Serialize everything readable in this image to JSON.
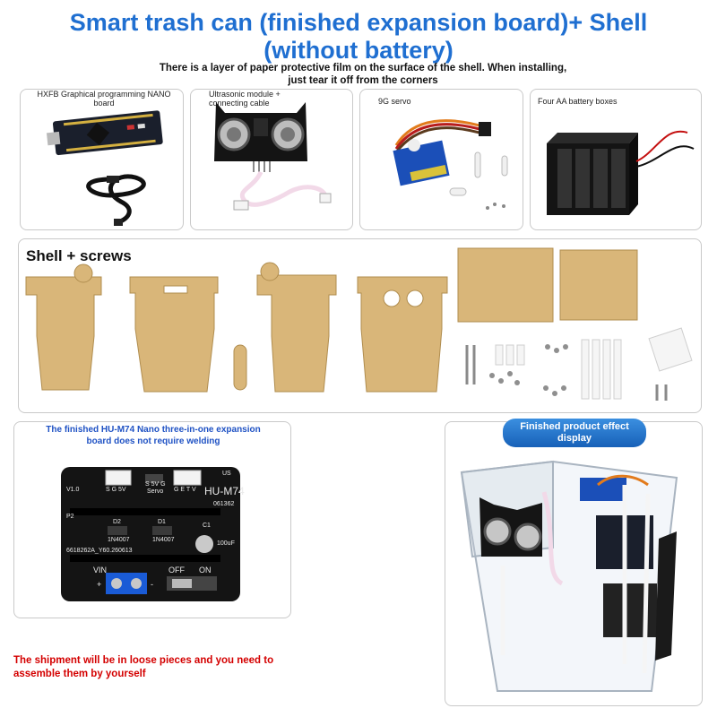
{
  "header": {
    "title_line1": "Smart trash can (finished expansion board)+ Shell",
    "title_line2": "(without battery)",
    "note": "There is a layer of paper protective film on the surface of the shell. When installing, just tear it off from the corners"
  },
  "components": {
    "nano": "HXFB Graphical programming NANO board",
    "ultrasonic": "Ultrasonic module + connecting cable",
    "servo": "9G servo",
    "battery_box": "Four AA battery boxes"
  },
  "shell": {
    "label": "Shell + screws"
  },
  "expansion": {
    "caption": "The finished HU-M74 Nano three-in-one expansion board does not require welding",
    "board_name": "HU-M74",
    "version": "V1.0",
    "serial": "061362",
    "silk_code": "6618262A_Y60.260613",
    "d2": "D2",
    "d1": "D1",
    "d2_part": "1N4007",
    "d1_part": "1N4007",
    "c1": "C1",
    "cap_value": "100uF",
    "vin": "VIN",
    "plus": "+",
    "minus": "-",
    "off": "OFF",
    "on": "ON",
    "p2": "P2",
    "us": "US",
    "header_left": "S G 5V",
    "header_mid": "S 5V G",
    "servo_label": "Servo",
    "header_right": "G E T V"
  },
  "product": {
    "badge": "Finished product effect display"
  },
  "footer": {
    "shipment": "The shipment will be in loose pieces and you need to assemble them by yourself"
  },
  "colors": {
    "title_blue": "#1f6fd1",
    "acrylic": "#d9b679",
    "red_text": "#d40000",
    "badge_blue": "#1761b8"
  }
}
